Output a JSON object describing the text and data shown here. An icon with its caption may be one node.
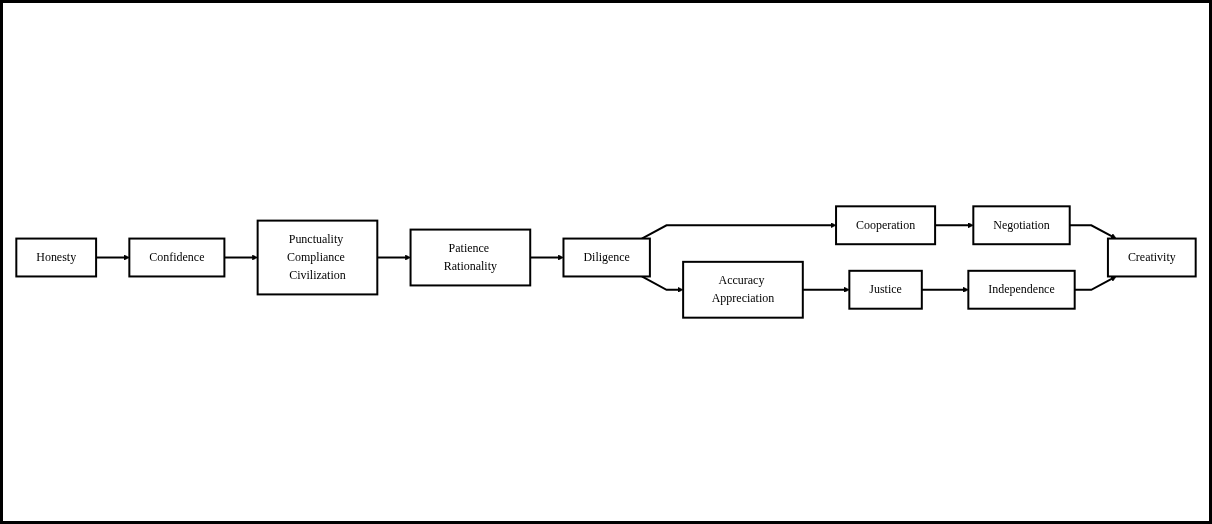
{
  "diagram": {
    "nodes": [
      {
        "text": [
          "Honesty"
        ]
      },
      {
        "text": [
          "Confidence"
        ]
      },
      {
        "text": [
          "Punctuality Compliance Civilization"
        ]
      },
      {
        "text": [
          "Patience Rationality"
        ]
      },
      {
        "text": [
          "Diligence"
        ]
      },
      {
        "text": [
          "Cooperation"
        ]
      },
      {
        "text": [
          "Negotiation"
        ]
      },
      {
        "text": [
          "Accuracy Appreciation"
        ]
      },
      {
        "text": [
          "Justice"
        ]
      },
      {
        "text": [
          "Independence"
        ]
      },
      {
        "text": [
          "Creativity"
        ]
      }
    ],
    "edges": [
      {
        "from": 0,
        "to": 1,
        "arrow": "to"
      },
      {
        "from": 1,
        "to": 2,
        "arrow": "to"
      },
      {
        "from": 2,
        "to": 3,
        "arrow": "to"
      },
      {
        "from": 3,
        "to": 4,
        "arrow": "to"
      },
      {
        "from": 4,
        "to": 5,
        "arrow": "to"
      },
      {
        "from": 5,
        "to": 6,
        "arrow": "to"
      },
      {
        "from": 6,
        "to": 10,
        "arrow": "to"
      },
      {
        "from": 4,
        "to": 7,
        "arrow": "to"
      },
      {
        "from": 7,
        "to": 8,
        "arrow": "to"
      },
      {
        "from": 8,
        "to": 9,
        "arrow": "to"
      },
      {
        "from": 9,
        "to": 10,
        "arrow": "to"
      }
    ]
  }
}
